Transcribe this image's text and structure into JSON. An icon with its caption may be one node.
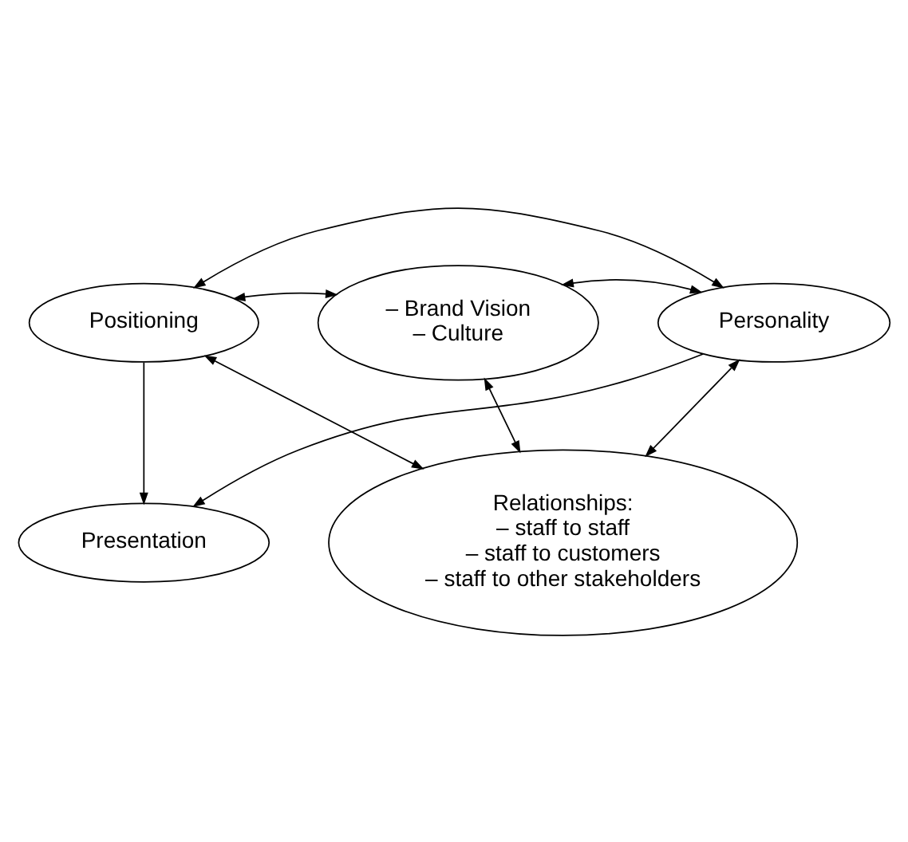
{
  "diagram": {
    "nodes": [
      {
        "text": [
          "Presentation"
        ]
      },
      {
        "text": [
          "Positioning"
        ]
      },
      {
        "text": [
          "Personality"
        ]
      },
      {
        "text": [
          "– Brand Vision",
          "– Culture"
        ]
      },
      {
        "text": [
          "Relationships:",
          "– staff to staff",
          "– staff to customers",
          "– staff to other stakeholders"
        ]
      }
    ],
    "edges": [
      {
        "from": 1,
        "to": 2,
        "arrow": "both"
      },
      {
        "from": 1,
        "to": 0,
        "arrow": "to"
      },
      {
        "from": 2,
        "to": 0,
        "arrow": "to"
      },
      {
        "from": 1,
        "to": 3,
        "arrow": "both"
      },
      {
        "from": 2,
        "to": 3,
        "arrow": "both"
      },
      {
        "from": 3,
        "to": 4,
        "arrow": "both"
      },
      {
        "from": 1,
        "to": 4,
        "arrow": "both"
      },
      {
        "from": 2,
        "to": 4,
        "arrow": "both"
      }
    ]
  }
}
